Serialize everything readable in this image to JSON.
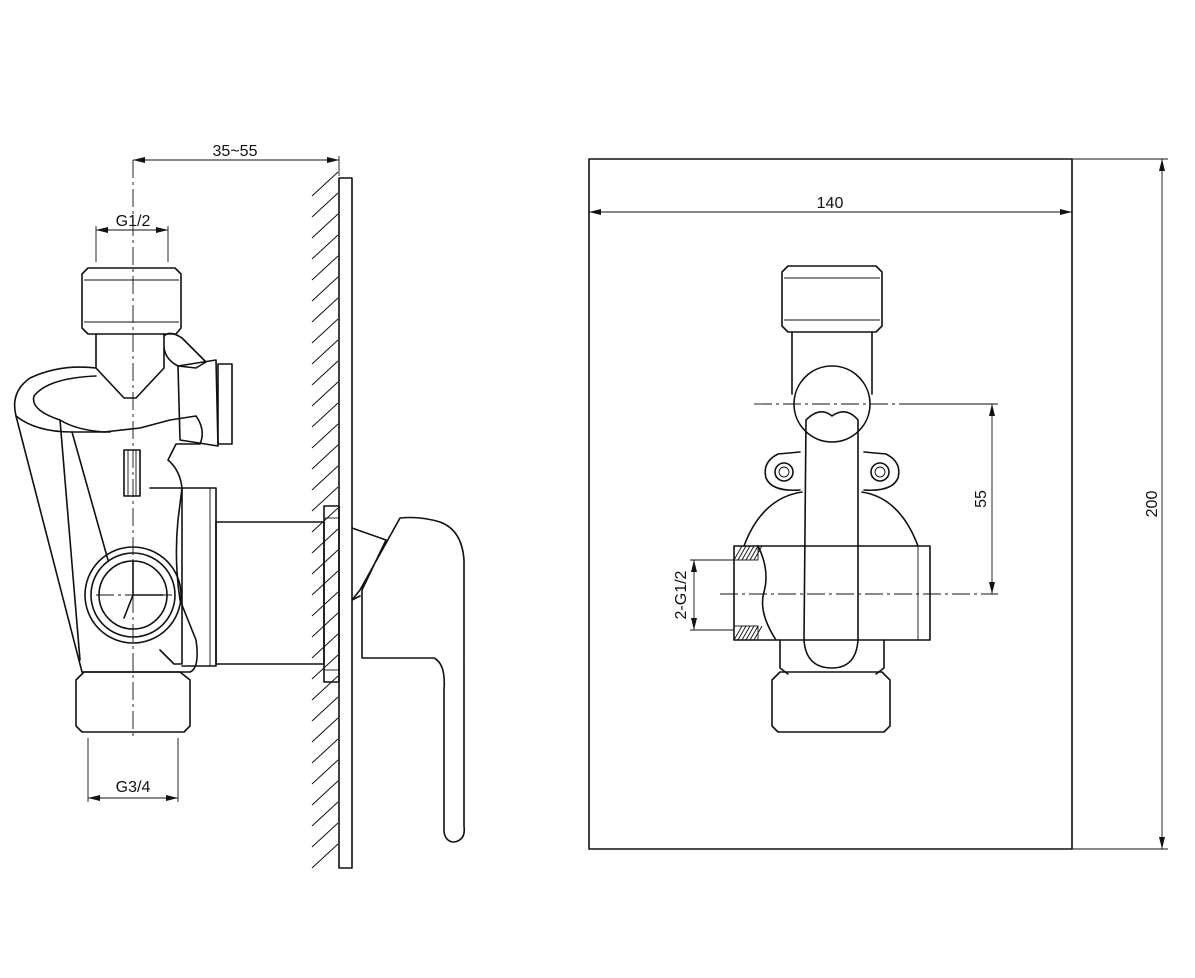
{
  "side_view": {
    "dim_depth": "35~55",
    "dim_inlet_top": "G1/2",
    "dim_outlet_bottom": "G3/4"
  },
  "front_view": {
    "dim_width": "140",
    "dim_height": "200",
    "dim_spacing": "55",
    "dim_side_ports": "2-G1/2"
  }
}
